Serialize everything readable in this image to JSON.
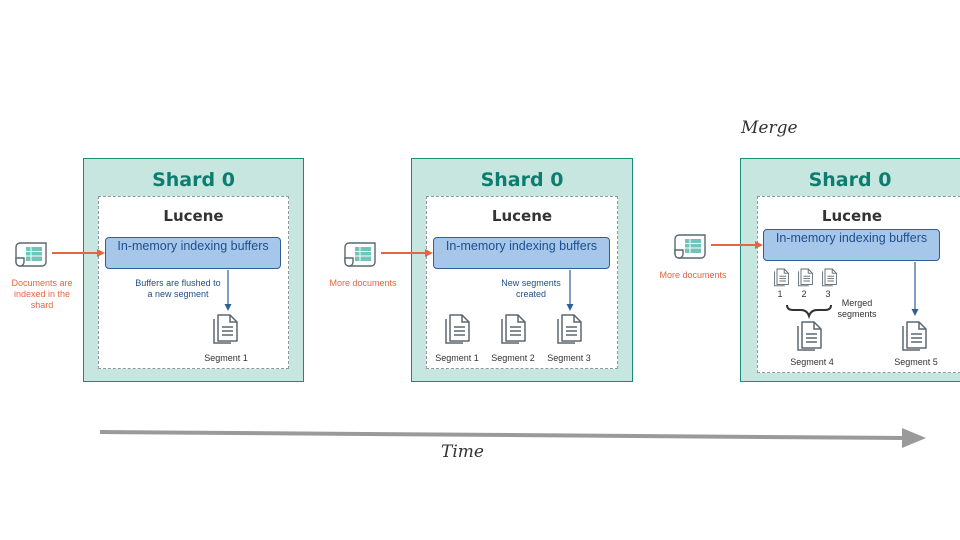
{
  "header": {
    "merge_label": "Merge"
  },
  "panel1": {
    "shard_title": "Shard 0",
    "lucene_title": "Lucene",
    "buffer_label": "In-memory indexing buffers",
    "input_label": "Documents are indexed in the shard",
    "flush_label": "Buffers are flushed to a new segment",
    "segments": [
      "Segment 1"
    ]
  },
  "panel2": {
    "shard_title": "Shard 0",
    "lucene_title": "Lucene",
    "buffer_label": "In-memory indexing buffers",
    "input_label": "More documents",
    "flush_label": "New segments created",
    "segments": [
      "Segment 1",
      "Segment 2",
      "Segment 3"
    ]
  },
  "panel3": {
    "shard_title": "Shard 0",
    "lucene_title": "Lucene",
    "buffer_label": "In-memory indexing buffers",
    "input_label": "More documents",
    "small_numbers": [
      "1",
      "2",
      "3"
    ],
    "merged_label": "Merged segments",
    "segments": [
      "Segment 4",
      "Segment 5"
    ]
  },
  "timeline": {
    "label": "Time"
  },
  "colors": {
    "shard_fill": "#c6e6df",
    "shard_border": "#1c8a78",
    "buffer_fill": "#a7c7ea",
    "input_arrow": "#e8643f",
    "flush_arrow": "#2e5f96",
    "time_arrow": "#9a9a9a"
  }
}
